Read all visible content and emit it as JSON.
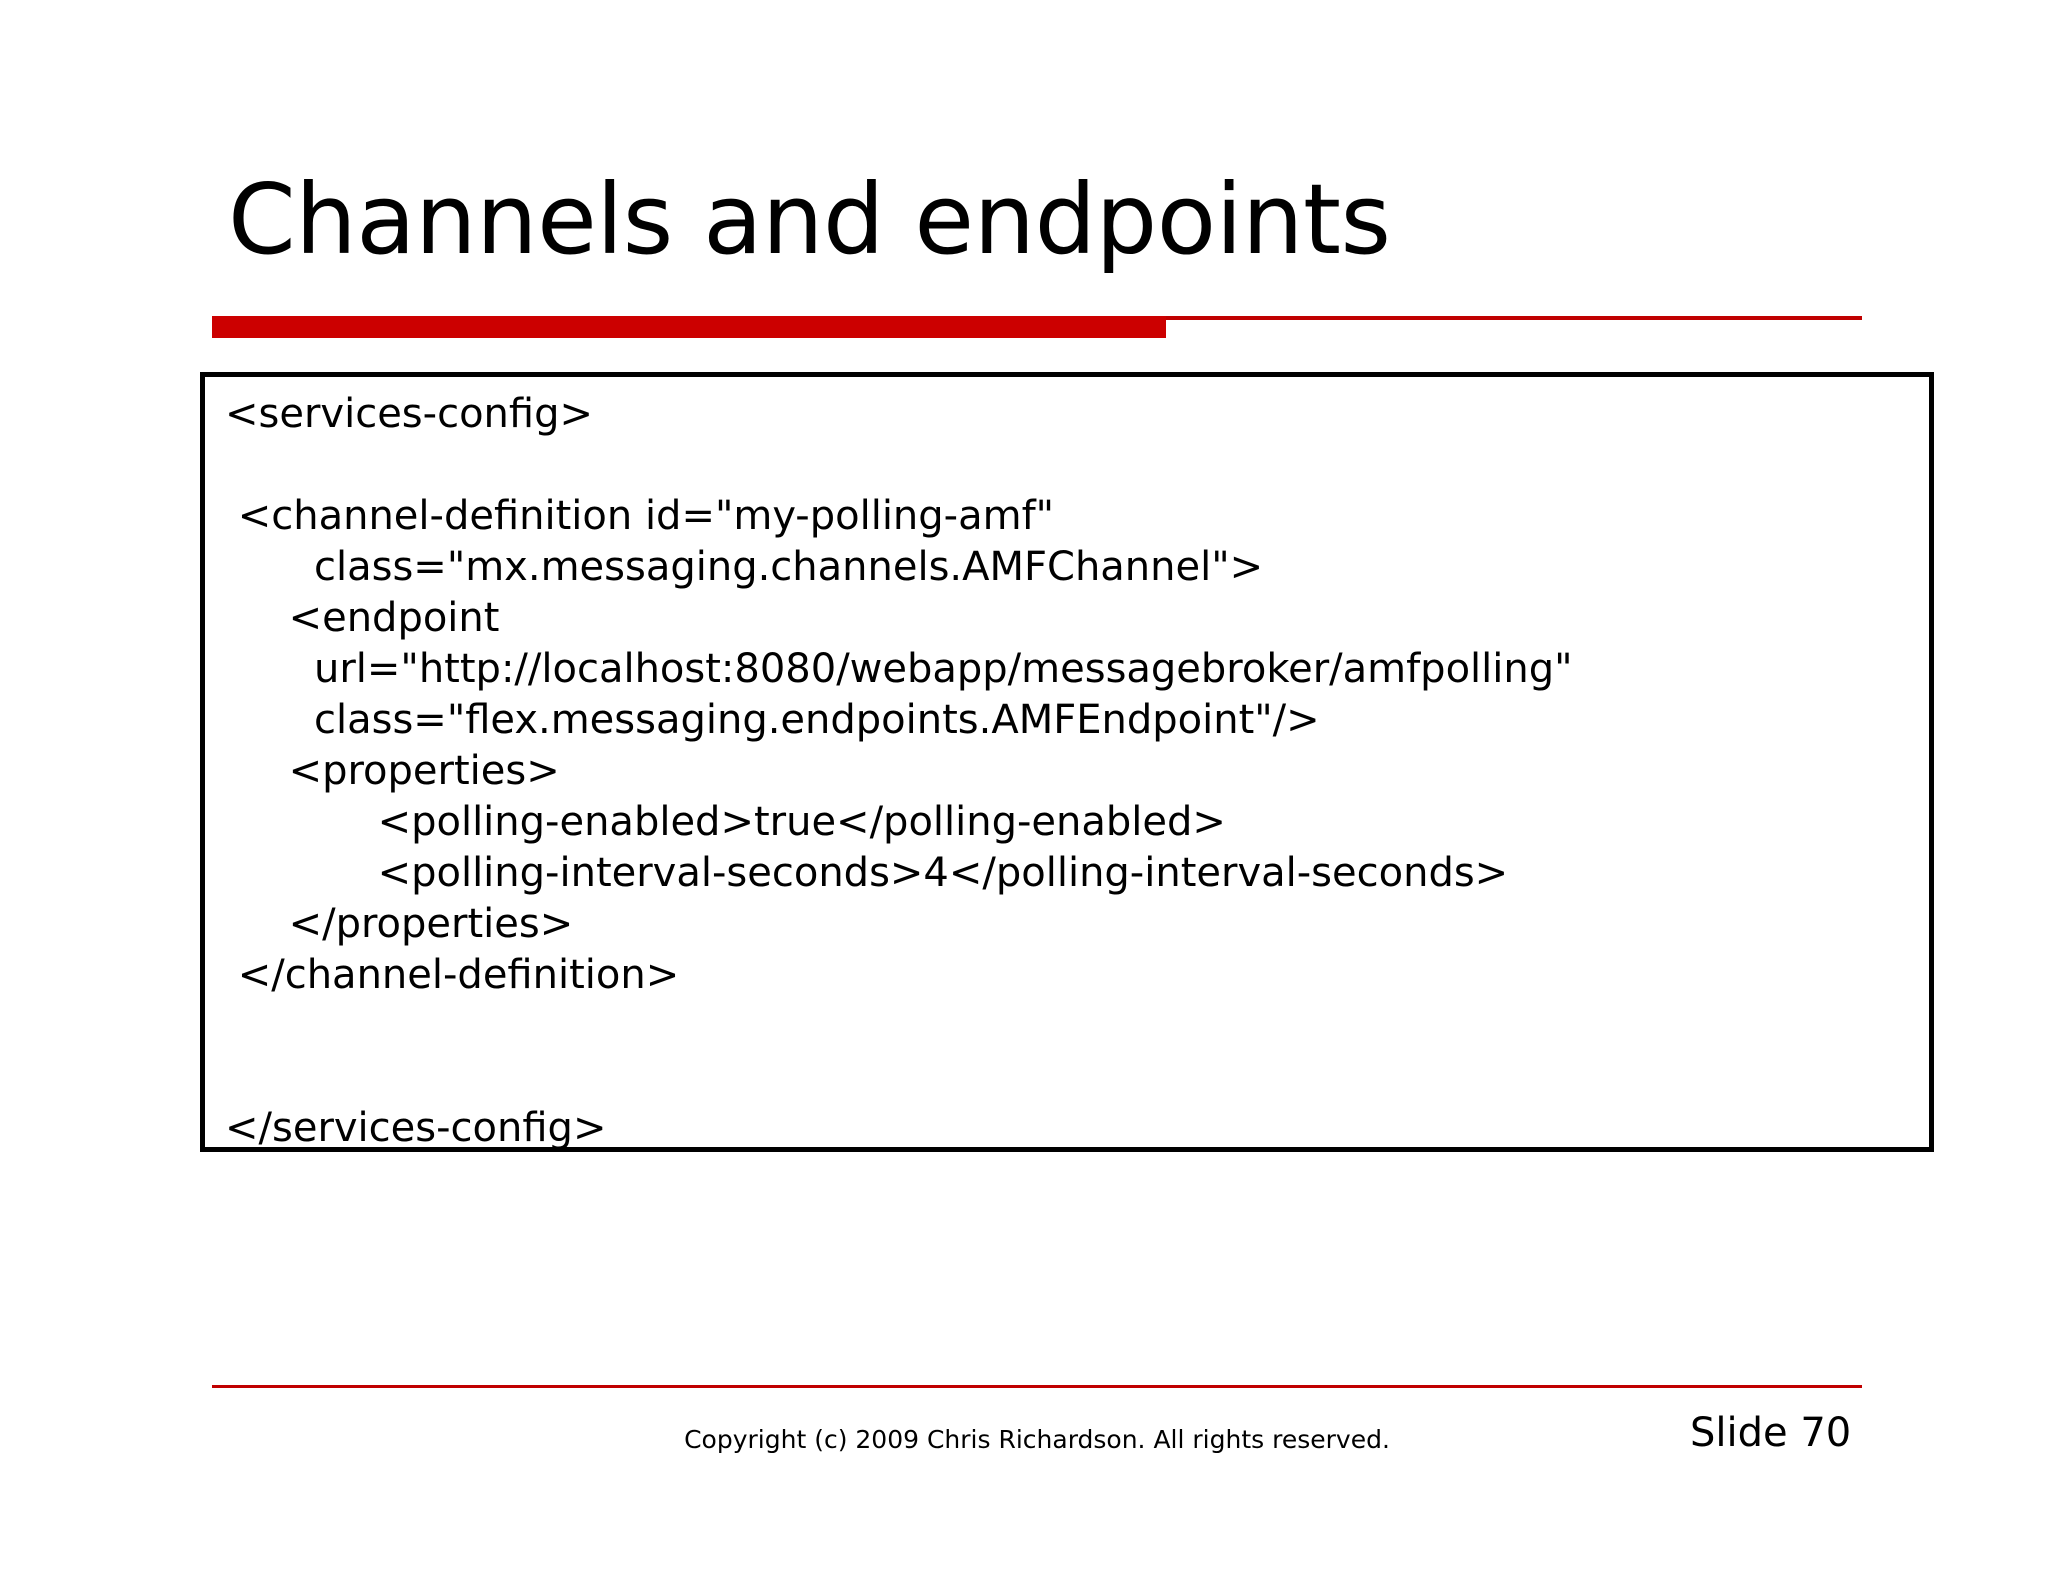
{
  "slide": {
    "title": "Channels and endpoints",
    "accent_color": "#cc0000",
    "rule_color": "#c00000",
    "background_color": "#ffffff",
    "text_color": "#000000"
  },
  "code_block": {
    "language": "xml",
    "lines": [
      "<services-config>",
      "",
      " <channel-definition id=\"my-polling-amf\"",
      "       class=\"mx.messaging.channels.AMFChannel\">",
      "     <endpoint",
      "       url=\"http://localhost:8080/webapp/messagebroker/amfpolling\"",
      "       class=\"flex.messaging.endpoints.AMFEndpoint\"/>",
      "     <properties>",
      "            <polling-enabled>true</polling-enabled>",
      "            <polling-interval-seconds>4</polling-interval-seconds>",
      "     </properties>",
      " </channel-definition>",
      "",
      "",
      "</services-config>"
    ]
  },
  "footer": {
    "copyright": "Copyright (c) 2009 Chris Richardson. All rights reserved.",
    "slide_number": "Slide 70"
  }
}
